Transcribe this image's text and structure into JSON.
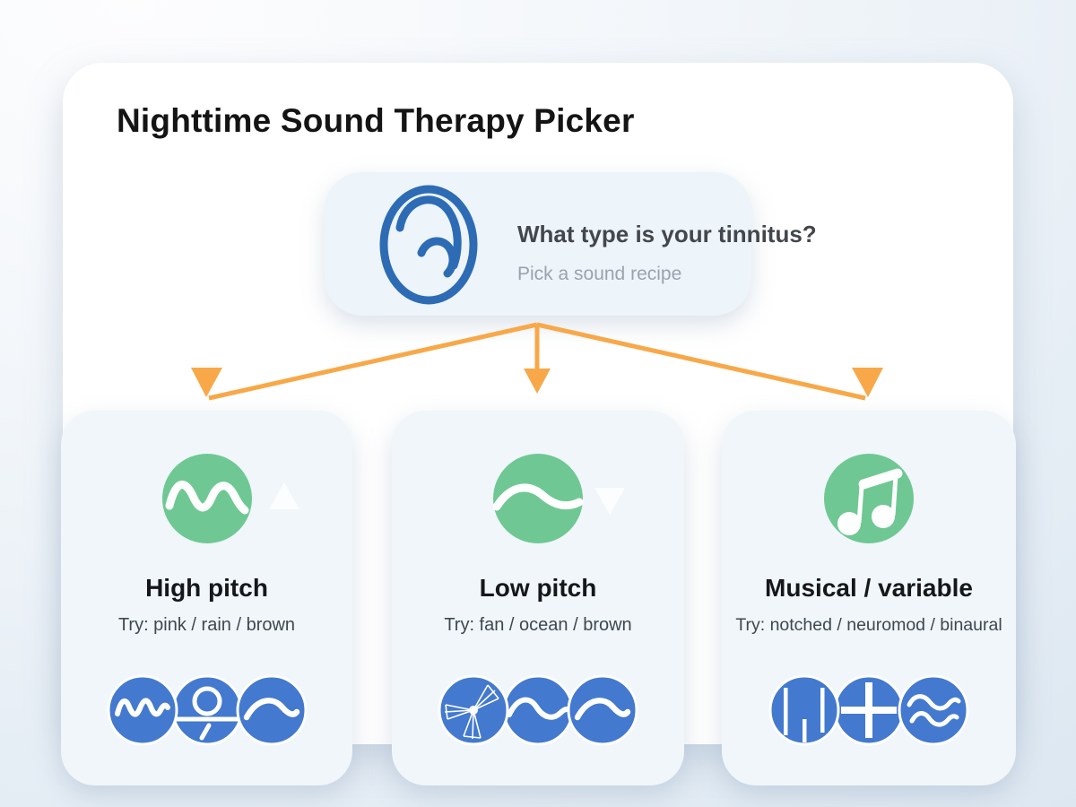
{
  "title": "Nighttime Sound Therapy Picker",
  "decision": {
    "icon": "ear-icon",
    "question": "What type is your tinnitus?",
    "hint": "Pick a sound recipe"
  },
  "options": [
    {
      "id": "high-pitch",
      "label": "High pitch",
      "recipes": "Try: pink / rain / brown",
      "type_icon": "high-frequency-wave-icon",
      "pitch_indicator": "up",
      "sound_icons": [
        "pink-noise-icon",
        "rain-icon",
        "brown-noise-icon"
      ]
    },
    {
      "id": "low-pitch",
      "label": "Low pitch",
      "recipes": "Try: fan / ocean / brown",
      "type_icon": "low-frequency-wave-icon",
      "pitch_indicator": "down",
      "sound_icons": [
        "fan-icon",
        "ocean-wave-icon",
        "brown-noise-icon"
      ]
    },
    {
      "id": "musical-variable",
      "label": "Musical / variable",
      "recipes": "Try: notched / neuromod / binaural",
      "type_icon": "music-notes-icon",
      "pitch_indicator": "none",
      "sound_icons": [
        "notched-bars-icon",
        "neuromod-cross-icon",
        "binaural-waves-icon"
      ]
    }
  ],
  "colors": {
    "ear_blue": "#2d6cb4",
    "icon_blue": "#4379cf",
    "green": "#6fc893",
    "arrow_orange": "#f8a848",
    "panel_bg": "#ffffff",
    "card_bg": "#f0f6fa"
  }
}
